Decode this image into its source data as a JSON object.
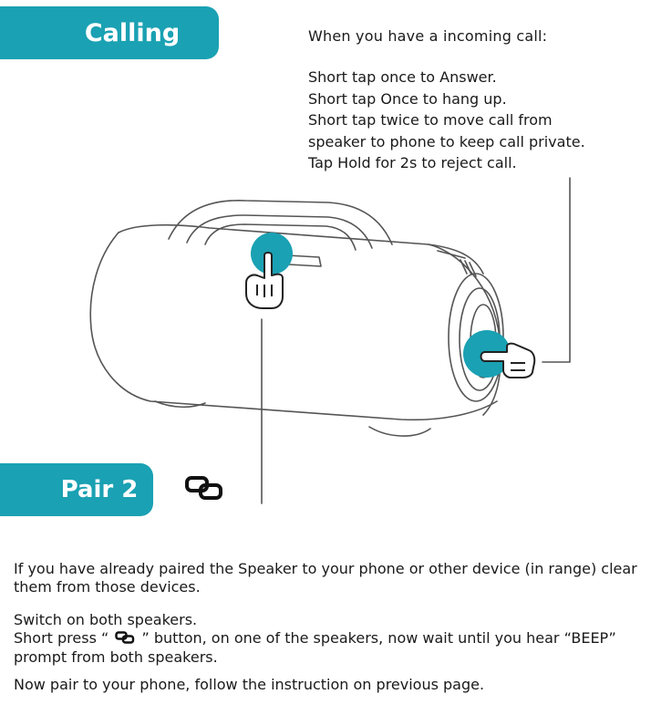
{
  "calling": {
    "tab_label": "Calling",
    "intro": "When you have a incoming call:",
    "steps": [
      "Short tap once to Answer.",
      "Short tap Once to hang up.",
      "Short tap twice to move call from",
      "speaker to phone to keep call private.",
      "Tap Hold for 2s to reject call."
    ]
  },
  "pair": {
    "tab_label": "Pair 2",
    "paragraph_1": "If you have already paired the Speaker to your phone or other device (in range) clear them from those devices.",
    "paragraph_2_line_1": "Switch on both speakers.",
    "paragraph_2_before_icon": "Short press “",
    "paragraph_2_after_icon": "” button, on one of the speakers, now wait until you hear “BEEP” prompt from both speakers.",
    "paragraph_3": "Now pair to your phone, follow the instruction on previous page."
  },
  "colors": {
    "accent": "#1aa1b3",
    "line_art": "#555555",
    "text": "#1a1a1a"
  },
  "icons": [
    "link-chain-icon",
    "hand-pointer-icon"
  ]
}
